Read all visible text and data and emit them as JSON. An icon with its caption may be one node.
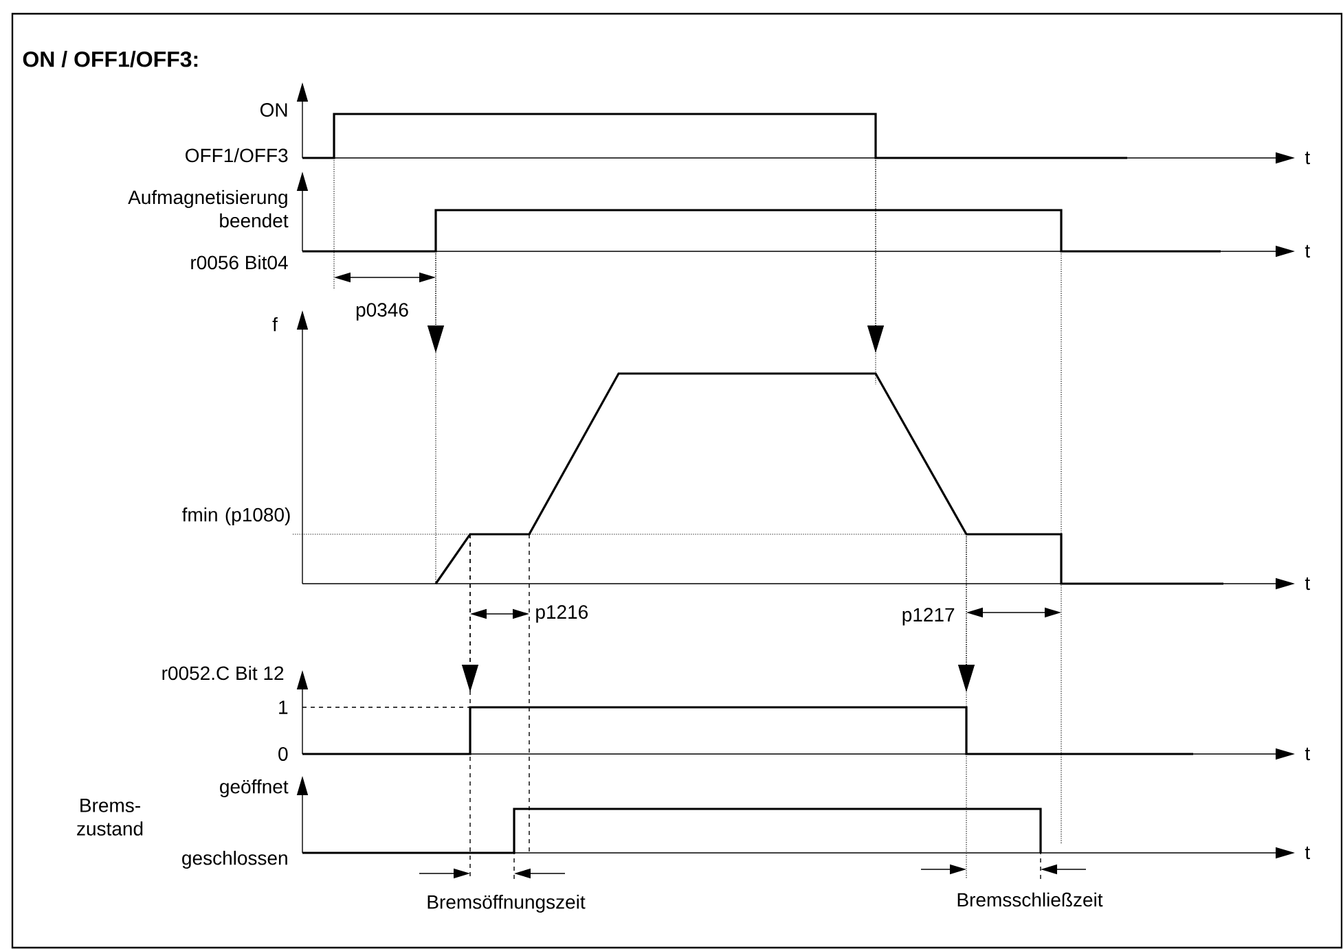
{
  "diagram": {
    "title": "ON / OFF1/OFF3:",
    "labels": [
      "ON",
      "OFF1/OFF3",
      "t",
      "Aufmagnetisierung beendet",
      "r0056 Bit04",
      "t",
      "p0346",
      "f",
      "fmin (p1080)",
      "t",
      "p1216",
      "p1217",
      "r0052.C Bit 12",
      "1",
      "0",
      "t",
      "geöffnet",
      "Brems- zustand",
      "geschlossen",
      "t",
      "Bremsöffnungszeit",
      "Bremsschließzeit"
    ]
  }
}
